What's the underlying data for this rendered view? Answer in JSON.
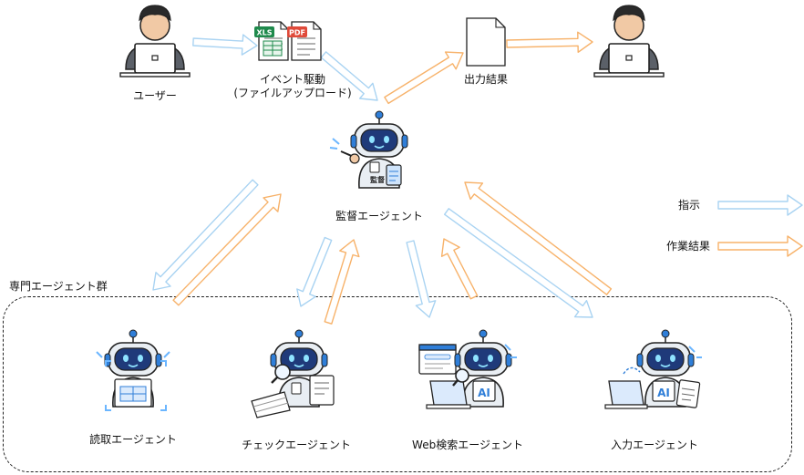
{
  "user": {
    "label": "ユーザー"
  },
  "event": {
    "line1": "イベント駆動",
    "line2": "(ファイルアップロード)"
  },
  "files": {
    "xls": "XLS",
    "pdf": "PDF"
  },
  "output": {
    "label": "出力結果"
  },
  "supervisor": {
    "label": "監督エージェント",
    "badge": "監督"
  },
  "legend": {
    "instruction": "指示",
    "result": "作業結果"
  },
  "group": {
    "label": "専門エージェント群"
  },
  "agents": [
    {
      "label": "読取エージェント"
    },
    {
      "label": "チェックエージェント"
    },
    {
      "label": "Web検索エージェント",
      "ai": "AI"
    },
    {
      "label": "入力エージェント",
      "ai": "AI"
    }
  ],
  "colors": {
    "instruction": "#a9d3f2",
    "result": "#f7b26a",
    "robot_blue": "#2f7ed8",
    "robot_body": "#e9eef3"
  }
}
